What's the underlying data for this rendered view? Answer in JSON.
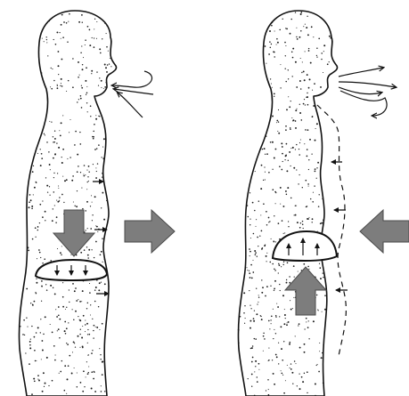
{
  "diagram": {
    "colors": {
      "outline": "#111111",
      "stipple": "#1a1a1a",
      "big_arrow_fill": "#7d7d7d",
      "big_arrow_stroke": "#4a4a4a",
      "background": "#ffffff"
    },
    "panels": [
      {
        "phase_shown": "inhalation",
        "air_direction": "into-mouth",
        "diaphragm_direction": "down",
        "abdomen_wall_direction": "outward"
      },
      {
        "phase_shown": "exhalation",
        "air_direction": "out-of-mouth",
        "diaphragm_direction": "up",
        "abdomen_wall_direction": "inward"
      }
    ],
    "side_arrows": [
      {
        "direction": "right"
      },
      {
        "direction": "left"
      }
    ]
  }
}
